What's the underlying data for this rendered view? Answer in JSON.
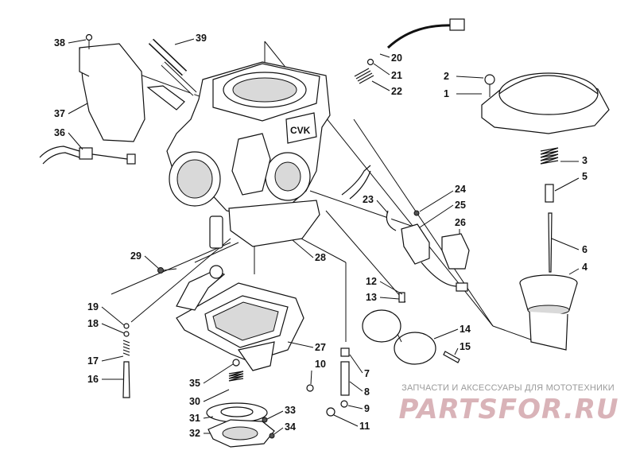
{
  "diagram": {
    "carb_label": "CVK",
    "callouts": [
      "1",
      "2",
      "3",
      "4",
      "5",
      "6",
      "7",
      "8",
      "9",
      "10",
      "11",
      "12",
      "13",
      "14",
      "15",
      "16",
      "17",
      "18",
      "19",
      "20",
      "21",
      "22",
      "23",
      "24",
      "25",
      "26",
      "27",
      "28",
      "29",
      "30",
      "31",
      "32",
      "33",
      "34",
      "35",
      "36",
      "37",
      "38",
      "39"
    ]
  },
  "watermark": {
    "tagline": "ЗАПЧАСТИ И АКСЕССУАРЫ ДЛЯ МОТОТЕХНИКИ",
    "logo": "PARTSFOR.RU"
  }
}
